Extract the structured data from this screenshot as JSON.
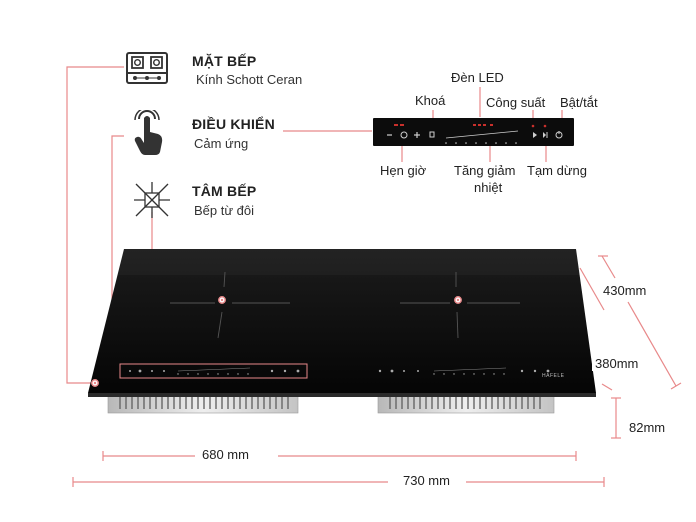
{
  "features": [
    {
      "title": "MẶT BẾP",
      "subtitle": "Kính Schott Ceran",
      "icon": "gas-stove-icon"
    },
    {
      "title": "ĐIỀU KHIỂN",
      "subtitle": "Cảm ứng",
      "icon": "touch-hand-icon"
    },
    {
      "title": "TÂM BẾP",
      "subtitle": "Bếp từ đôi",
      "icon": "induction-spark-icon"
    }
  ],
  "control_panel": {
    "labels": {
      "led": "Đèn LED",
      "lock": "Khoá",
      "power": "Công suất",
      "onoff": "Bật/tắt",
      "timer": "Hẹn giờ",
      "temp_line1": "Tăng giảm",
      "temp_line2": "nhiệt",
      "pause": "Tạm dừng"
    }
  },
  "dimensions": {
    "depth": "430mm",
    "inner_depth": "380mm",
    "height": "82mm",
    "inner_width": "680 mm",
    "width": "730 mm"
  },
  "brand": "HAFELE",
  "colors": {
    "accent_line": "#e8898a",
    "glass": "#111111",
    "dimension_line": "#e8898a"
  }
}
